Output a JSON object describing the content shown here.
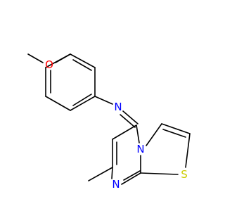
{
  "molecule": {
    "atoms": [
      {
        "name": "oxygen-atom",
        "symbol": "O",
        "color": "#ff0000"
      },
      {
        "name": "imine-nitrogen-atom",
        "symbol": "N",
        "color": "#0000ff"
      },
      {
        "name": "ring-nitrogen-atom",
        "symbol": "N",
        "color": "#0000ff"
      },
      {
        "name": "pyrimidine-nitrogen-atom",
        "symbol": "N",
        "color": "#0000ff"
      },
      {
        "name": "sulfur-atom",
        "symbol": "S",
        "color": "#cccc00"
      }
    ],
    "bond_color": "#000000"
  }
}
